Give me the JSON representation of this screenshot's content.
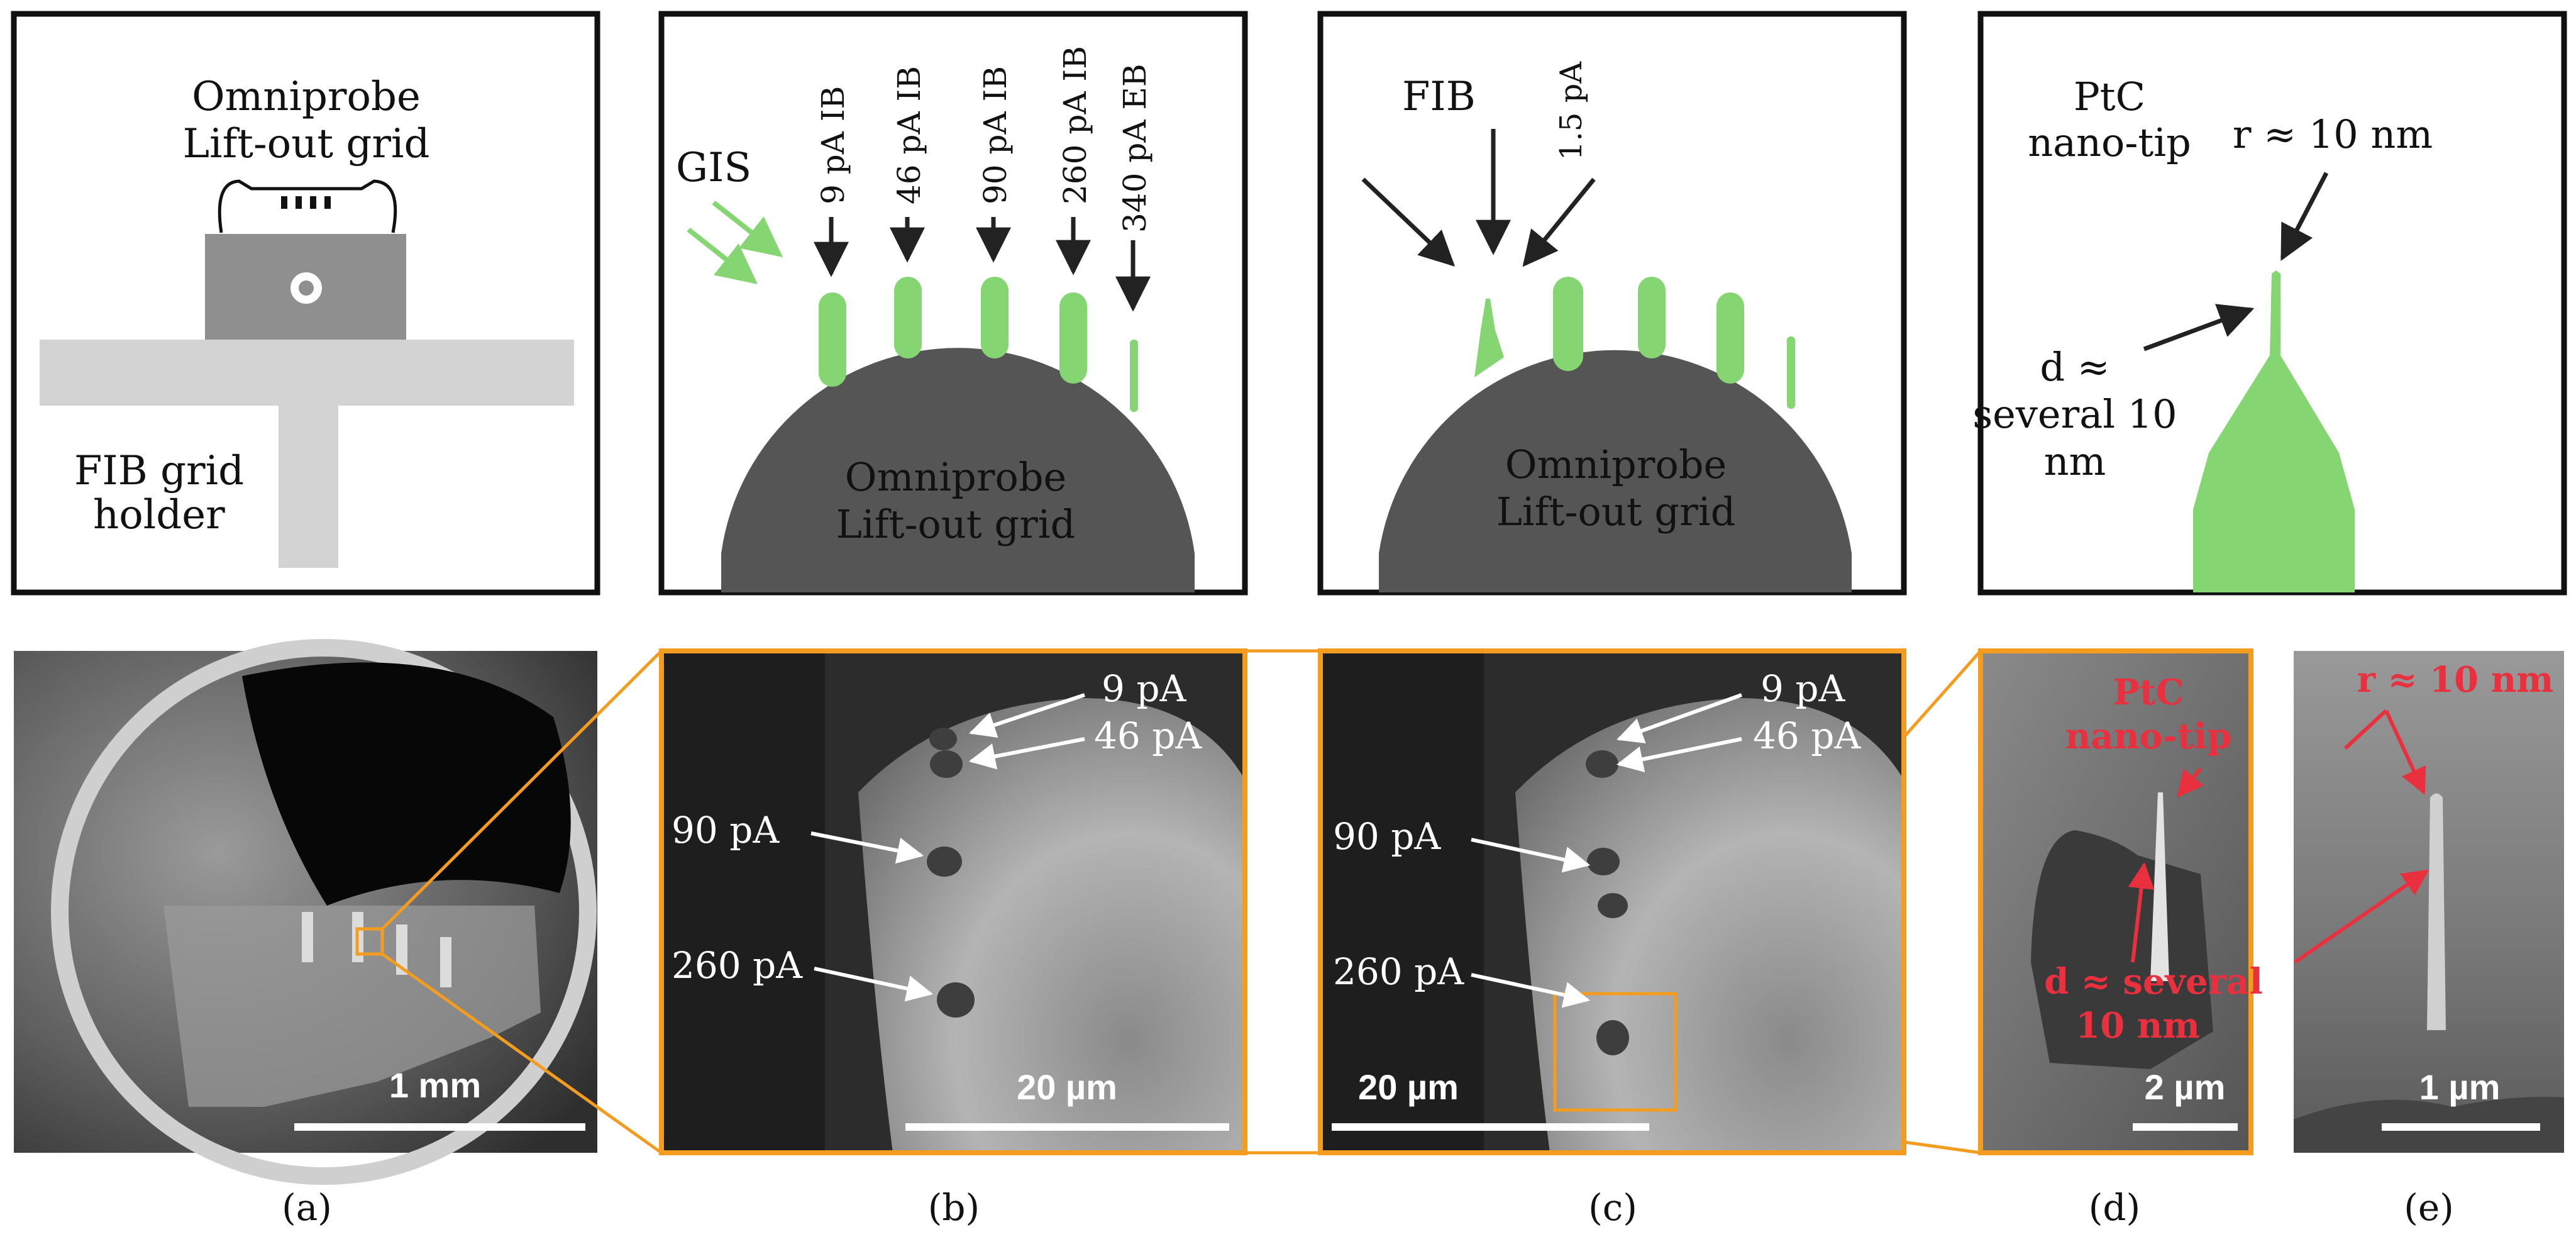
{
  "colors": {
    "green": "#85d673",
    "dark_gray": "#555555",
    "holder_gray": "#d3d3d3",
    "block_gray": "#8f8f8f",
    "orange": "#f39c1f",
    "red": "#e8303e",
    "frame": "#111111"
  },
  "panel_a_top": {
    "grid_label_line1": "Omniprobe",
    "grid_label_line2": "Lift-out grid",
    "holder_label_line1": "FIB grid",
    "holder_label_line2": "holder"
  },
  "panel_b_top": {
    "gis_label": "GIS",
    "beams": [
      "9 pA IB",
      "46 pA IB",
      "90 pA IB",
      "260 pA IB",
      "340 pA EB"
    ],
    "grid_label_line1": "Omniprobe",
    "grid_label_line2": "Lift-out grid"
  },
  "panel_c_top": {
    "fib_label": "FIB",
    "current_label": "1.5 pA",
    "grid_label_line1": "Omniprobe",
    "grid_label_line2": "Lift-out grid"
  },
  "panel_d_top": {
    "tip_label_line1": "PtC",
    "tip_label_line2": "nano-tip",
    "radius_label": "r ≈ 10 nm",
    "diameter_label_line1": "d ≈",
    "diameter_label_line2": "several 10",
    "diameter_label_line3": "nm"
  },
  "micrographs": {
    "a": {
      "scale_bar": "1 mm"
    },
    "b": {
      "scale_bar": "20 µm",
      "labels": [
        "9 pA",
        "46 pA",
        "90 pA",
        "260 pA"
      ]
    },
    "c": {
      "scale_bar": "20 µm",
      "labels": [
        "9 pA",
        "46 pA",
        "90 pA",
        "260 pA"
      ]
    },
    "d": {
      "scale_bar": "2 µm",
      "tip_label_line1": "PtC",
      "tip_label_line2": "nano-tip",
      "d_label_line1": "d ≈ several",
      "d_label_line2": "10 nm"
    },
    "e": {
      "scale_bar": "1 µm",
      "r_label": "r ≈ 10 nm"
    }
  },
  "captions": [
    "(a)",
    "(b)",
    "(c)",
    "(d)",
    "(e)"
  ]
}
